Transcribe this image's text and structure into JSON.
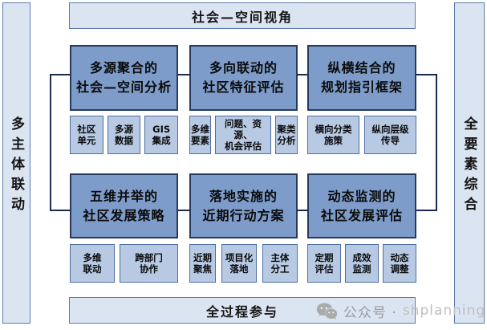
{
  "frame": {
    "top": {
      "label": "社会—空间视角"
    },
    "bottom": {
      "label": "全过程参与"
    },
    "left": {
      "label": "多主体联动"
    },
    "right": {
      "label": "全要素综合"
    }
  },
  "modules": [
    {
      "title": "多源聚合的\n社会—空间分析",
      "subs": [
        {
          "label": "社区\n单元"
        },
        {
          "label": "多源\n数据"
        },
        {
          "label": "GIS\n集成"
        }
      ]
    },
    {
      "title": "多向联动的\n社区特征评估",
      "subs": [
        {
          "label": "多维\n要素"
        },
        {
          "label": "问题、资源、\n机会评估"
        },
        {
          "label": "聚类\n分析"
        }
      ]
    },
    {
      "title": "纵横结合的\n规划指引框架",
      "subs": [
        {
          "label": "横向分类\n施策"
        },
        {
          "label": "纵向层级\n传导"
        }
      ]
    },
    {
      "title": "五维并举的\n社区发展策略",
      "subs": [
        {
          "label": "多维\n联动"
        },
        {
          "label": "跨部门\n协作"
        }
      ]
    },
    {
      "title": "落地实施的\n近期行动方案",
      "subs": [
        {
          "label": "近期\n聚焦"
        },
        {
          "label": "项目化\n落地"
        },
        {
          "label": "主体\n分工"
        }
      ]
    },
    {
      "title": "动态监测的\n社区发展评估",
      "subs": [
        {
          "label": "定期\n评估"
        },
        {
          "label": "成效\n监测"
        },
        {
          "label": "动态\n调整"
        }
      ]
    }
  ],
  "watermark": {
    "icon": "wechat-icon",
    "prefix": "公众号 ·",
    "name": "shplanning"
  },
  "colors": {
    "frame_fill": "#dbe5f2",
    "frame_border": "#5b7aad",
    "module_fill": "#7e9cca",
    "module_border": "#26395f",
    "sub_fill": "#b7c9e3",
    "sub_border": "#4f6fa0",
    "connector": "#1c2b4d",
    "watermark_gray": "#9c9c9c"
  }
}
